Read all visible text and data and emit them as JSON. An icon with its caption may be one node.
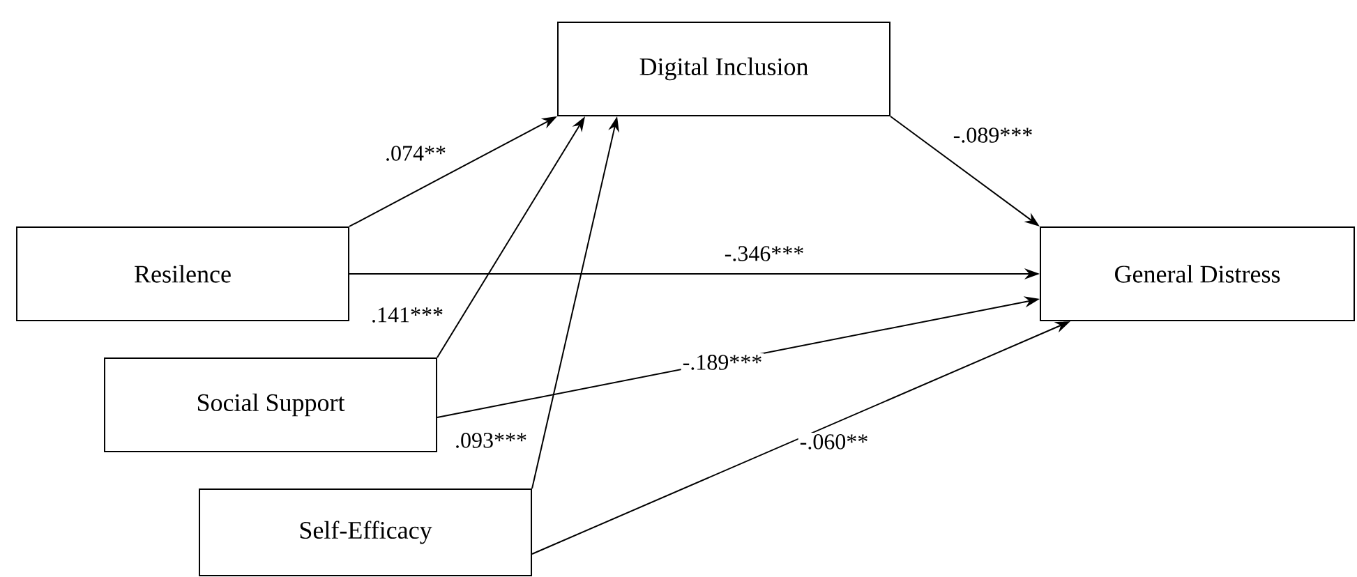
{
  "diagram": {
    "nodes": [
      {
        "text": [
          "Digital Inclusion"
        ]
      },
      {
        "text": [
          "Resilence"
        ]
      },
      {
        "text": [
          "Social Support"
        ]
      },
      {
        "text": [
          "Self-Efficacy"
        ]
      },
      {
        "text": [
          "General Distress"
        ]
      }
    ],
    "edges": [
      {
        "from": 1,
        "to": 0,
        "arrow": "to",
        "label": ".074**"
      },
      {
        "from": 2,
        "to": 0,
        "arrow": "to",
        "label": ".141***"
      },
      {
        "from": 3,
        "to": 0,
        "arrow": "to",
        "label": ".093***"
      },
      {
        "from": 0,
        "to": 4,
        "arrow": "to",
        "label": "-.089***"
      },
      {
        "from": 1,
        "to": 4,
        "arrow": "to",
        "label": "-.346***"
      },
      {
        "from": 2,
        "to": 4,
        "arrow": "to",
        "label": "-.189***"
      },
      {
        "from": 3,
        "to": 4,
        "arrow": "to",
        "label": "-.060**"
      }
    ]
  }
}
